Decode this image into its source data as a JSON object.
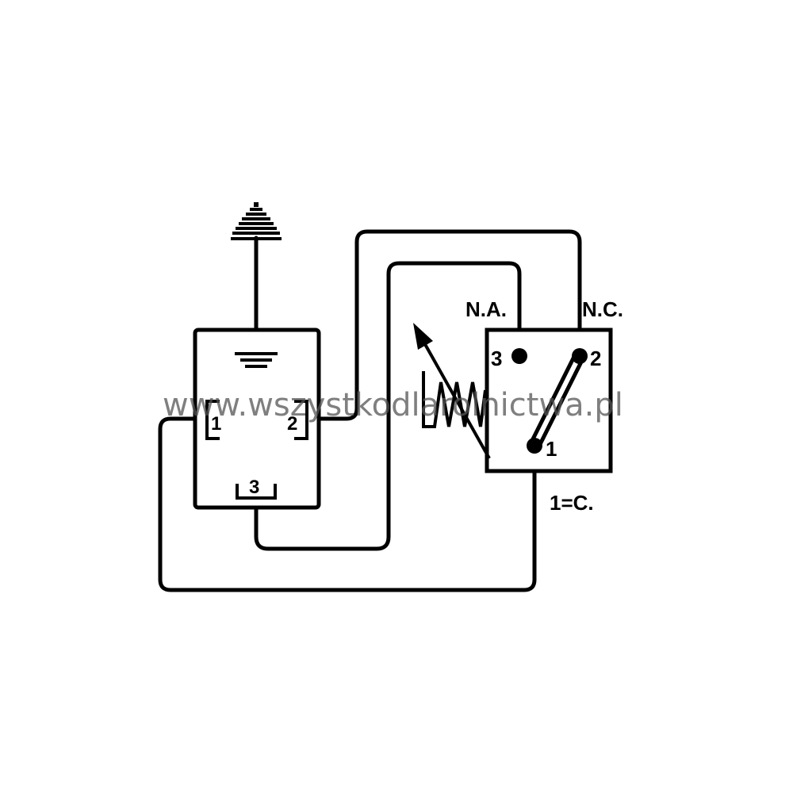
{
  "left_unit": {
    "terminal_1": "1",
    "terminal_2": "2",
    "terminal_3": "3"
  },
  "switch_unit": {
    "contact_na_label": "N.A.",
    "contact_nc_label": "N.C.",
    "terminal_3": "3",
    "terminal_2": "2",
    "terminal_1": "1",
    "common_note": "1=C."
  },
  "watermark": "www.wszystkodlarolnictwa.pl",
  "colors": {
    "line": "#000000",
    "background": "#ffffff",
    "watermark": "#555555"
  },
  "icons": [
    "thermostat-bulb-icon",
    "ground-icon",
    "heating-element-icon",
    "adjustment-arrow-icon"
  ]
}
